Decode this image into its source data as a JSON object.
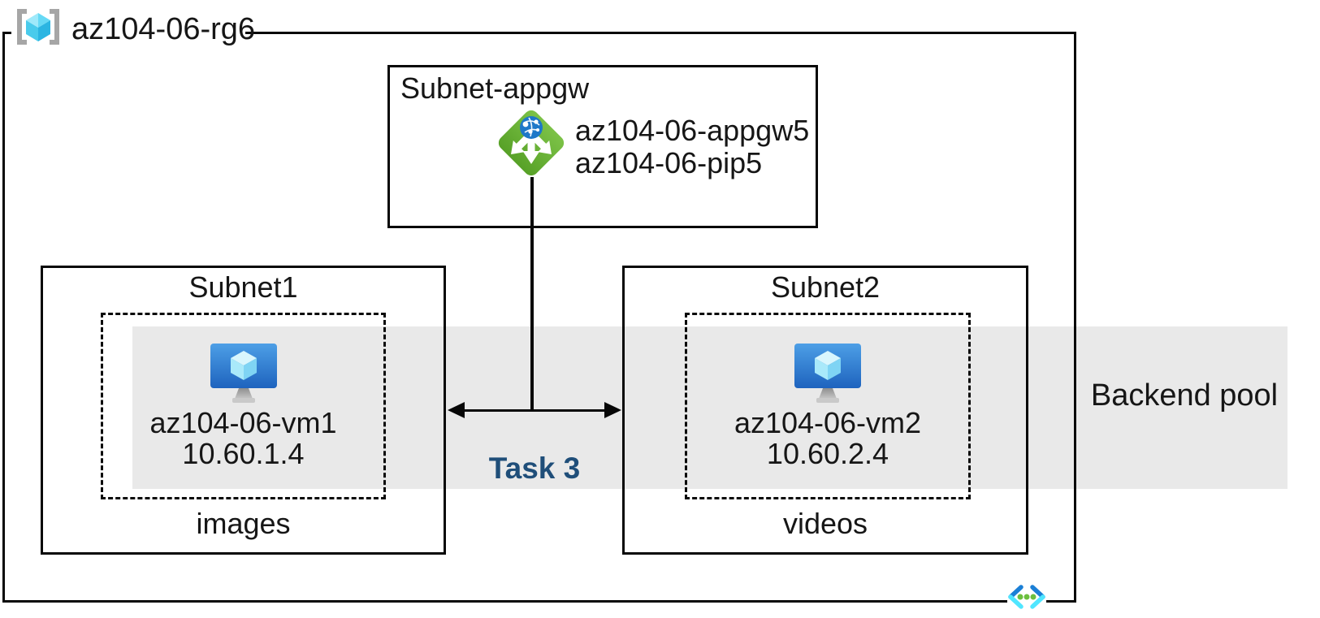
{
  "resource_group": {
    "title": "az104-06-rg6"
  },
  "appgw_subnet": {
    "label": "Subnet-appgw",
    "gateway_name": "az104-06-appgw5",
    "public_ip_name": "az104-06-pip5"
  },
  "subnet1": {
    "label": "Subnet1",
    "vm_name": "az104-06-vm1",
    "vm_ip": "10.60.1.4",
    "caption": "images"
  },
  "subnet2": {
    "label": "Subnet2",
    "vm_name": "az104-06-vm2",
    "vm_ip": "10.60.2.4",
    "caption": "videos"
  },
  "backend_pool": {
    "label": "Backend pool"
  },
  "task": {
    "label": "Task 3"
  },
  "icons": {
    "resource_group": "resource-group-icon",
    "application_gateway": "application-gateway-icon",
    "virtual_machine": "virtual-machine-icon",
    "virtual_network": "virtual-network-icon"
  },
  "colors": {
    "band_gray": "#e9e9e9",
    "line_black": "#070707",
    "task_blue": "#1f4e79",
    "appgw_green": "#69b32e",
    "vm_blue": "#2d74cf",
    "cube_cyan": "#50e6ff",
    "vnet_dark_blue": "#1b7fd6",
    "vnet_light_cyan": "#50e6ff",
    "vnet_dot_green": "#6cbf3f",
    "bracket_gray": "#a6a6a6"
  }
}
